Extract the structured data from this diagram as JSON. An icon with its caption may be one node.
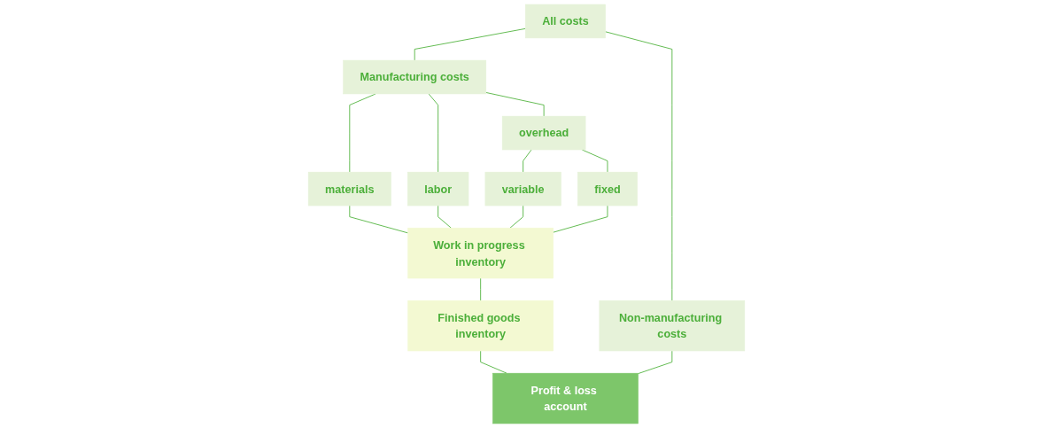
{
  "diagram": {
    "nodes": [
      {
        "text": [
          "All costs"
        ]
      },
      {
        "text": [
          "Manufacturing costs"
        ]
      },
      {
        "text": [
          "Non-manufacturing costs"
        ]
      },
      {
        "text": [
          "materials"
        ]
      },
      {
        "text": [
          "labor"
        ]
      },
      {
        "text": [
          "overhead"
        ]
      },
      {
        "text": [
          "variable"
        ]
      },
      {
        "text": [
          "fixed"
        ]
      },
      {
        "text": [
          "Work in progress inventory"
        ]
      },
      {
        "text": [
          "Finished goods inventory"
        ]
      },
      {
        "text": [
          "Profit & loss account"
        ]
      }
    ],
    "edges": [
      {
        "from": 0,
        "to": 1,
        "arrow": "none"
      },
      {
        "from": 0,
        "to": 2,
        "arrow": "none"
      },
      {
        "from": 1,
        "to": 3,
        "arrow": "none"
      },
      {
        "from": 1,
        "to": 4,
        "arrow": "none"
      },
      {
        "from": 1,
        "to": 5,
        "arrow": "none"
      },
      {
        "from": 5,
        "to": 6,
        "arrow": "none"
      },
      {
        "from": 5,
        "to": 7,
        "arrow": "none"
      },
      {
        "from": 3,
        "to": 8,
        "arrow": "none"
      },
      {
        "from": 4,
        "to": 8,
        "arrow": "none"
      },
      {
        "from": 6,
        "to": 8,
        "arrow": "none"
      },
      {
        "from": 7,
        "to": 8,
        "arrow": "none"
      },
      {
        "from": 8,
        "to": 9,
        "arrow": "none"
      },
      {
        "from": 9,
        "to": 10,
        "arrow": "none"
      },
      {
        "from": 2,
        "to": 10,
        "arrow": "none"
      }
    ]
  }
}
